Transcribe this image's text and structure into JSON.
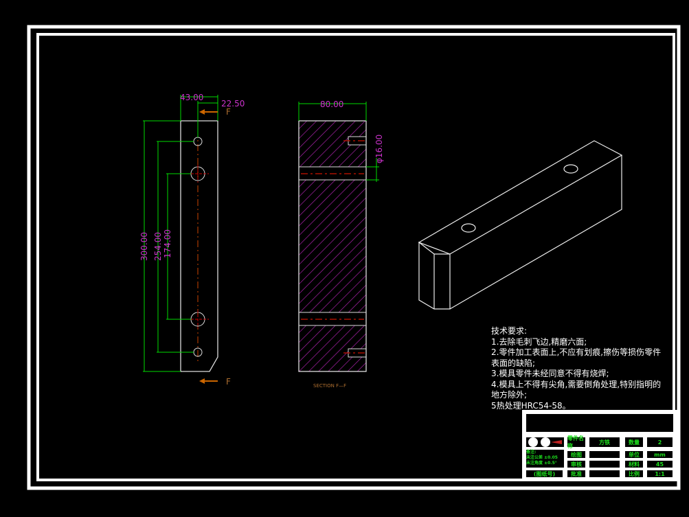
{
  "front_view": {
    "dims": {
      "width": "43.00",
      "offset": "22.50",
      "height": "300.00",
      "hole_span_outer": "254.00",
      "hole_span_inner": "174.00"
    },
    "section_mark": "F"
  },
  "section_view": {
    "dims": {
      "width": "80.00",
      "bore": "φ16.00"
    },
    "label": "SECTION F—F"
  },
  "notes": {
    "title": "技术要求:",
    "lines": [
      "1.去除毛刺飞边,精磨六面;",
      "2.零件加工表面上,不应有划痕,擦伤等损伤零件",
      "表面的缺陷;",
      "3.模具零件未经同意不得有烧焊;",
      "4.模具上不得有尖角,需要倒角处理,特别指明的",
      "地方除外;",
      "5热处理HRC54-58。"
    ]
  },
  "colors": {
    "frame": "#ffffff",
    "dimension": "#00ff00",
    "dim_text": "#cc33cc",
    "hatch": "#aa22aa",
    "center": "#cc2200",
    "section_arrow": "#cc6600",
    "title_text": "#1ee01e"
  },
  "title_block": {
    "part_name_label": "零件名称",
    "part_name": "方铁",
    "qty_label": "数量",
    "qty": "2",
    "drawn_label": "绘图",
    "unit_label": "单位",
    "unit": "mm",
    "check_label": "审核",
    "material_label": "材料",
    "material": "45",
    "approve_label": "批准",
    "scale_label": "比例",
    "scale": "1:1",
    "remark_label": "备注:",
    "tol1": "未注公差 ±0.05",
    "tol2": "未注角度 ±0.5°",
    "drawing_no": "(图纸号)"
  }
}
